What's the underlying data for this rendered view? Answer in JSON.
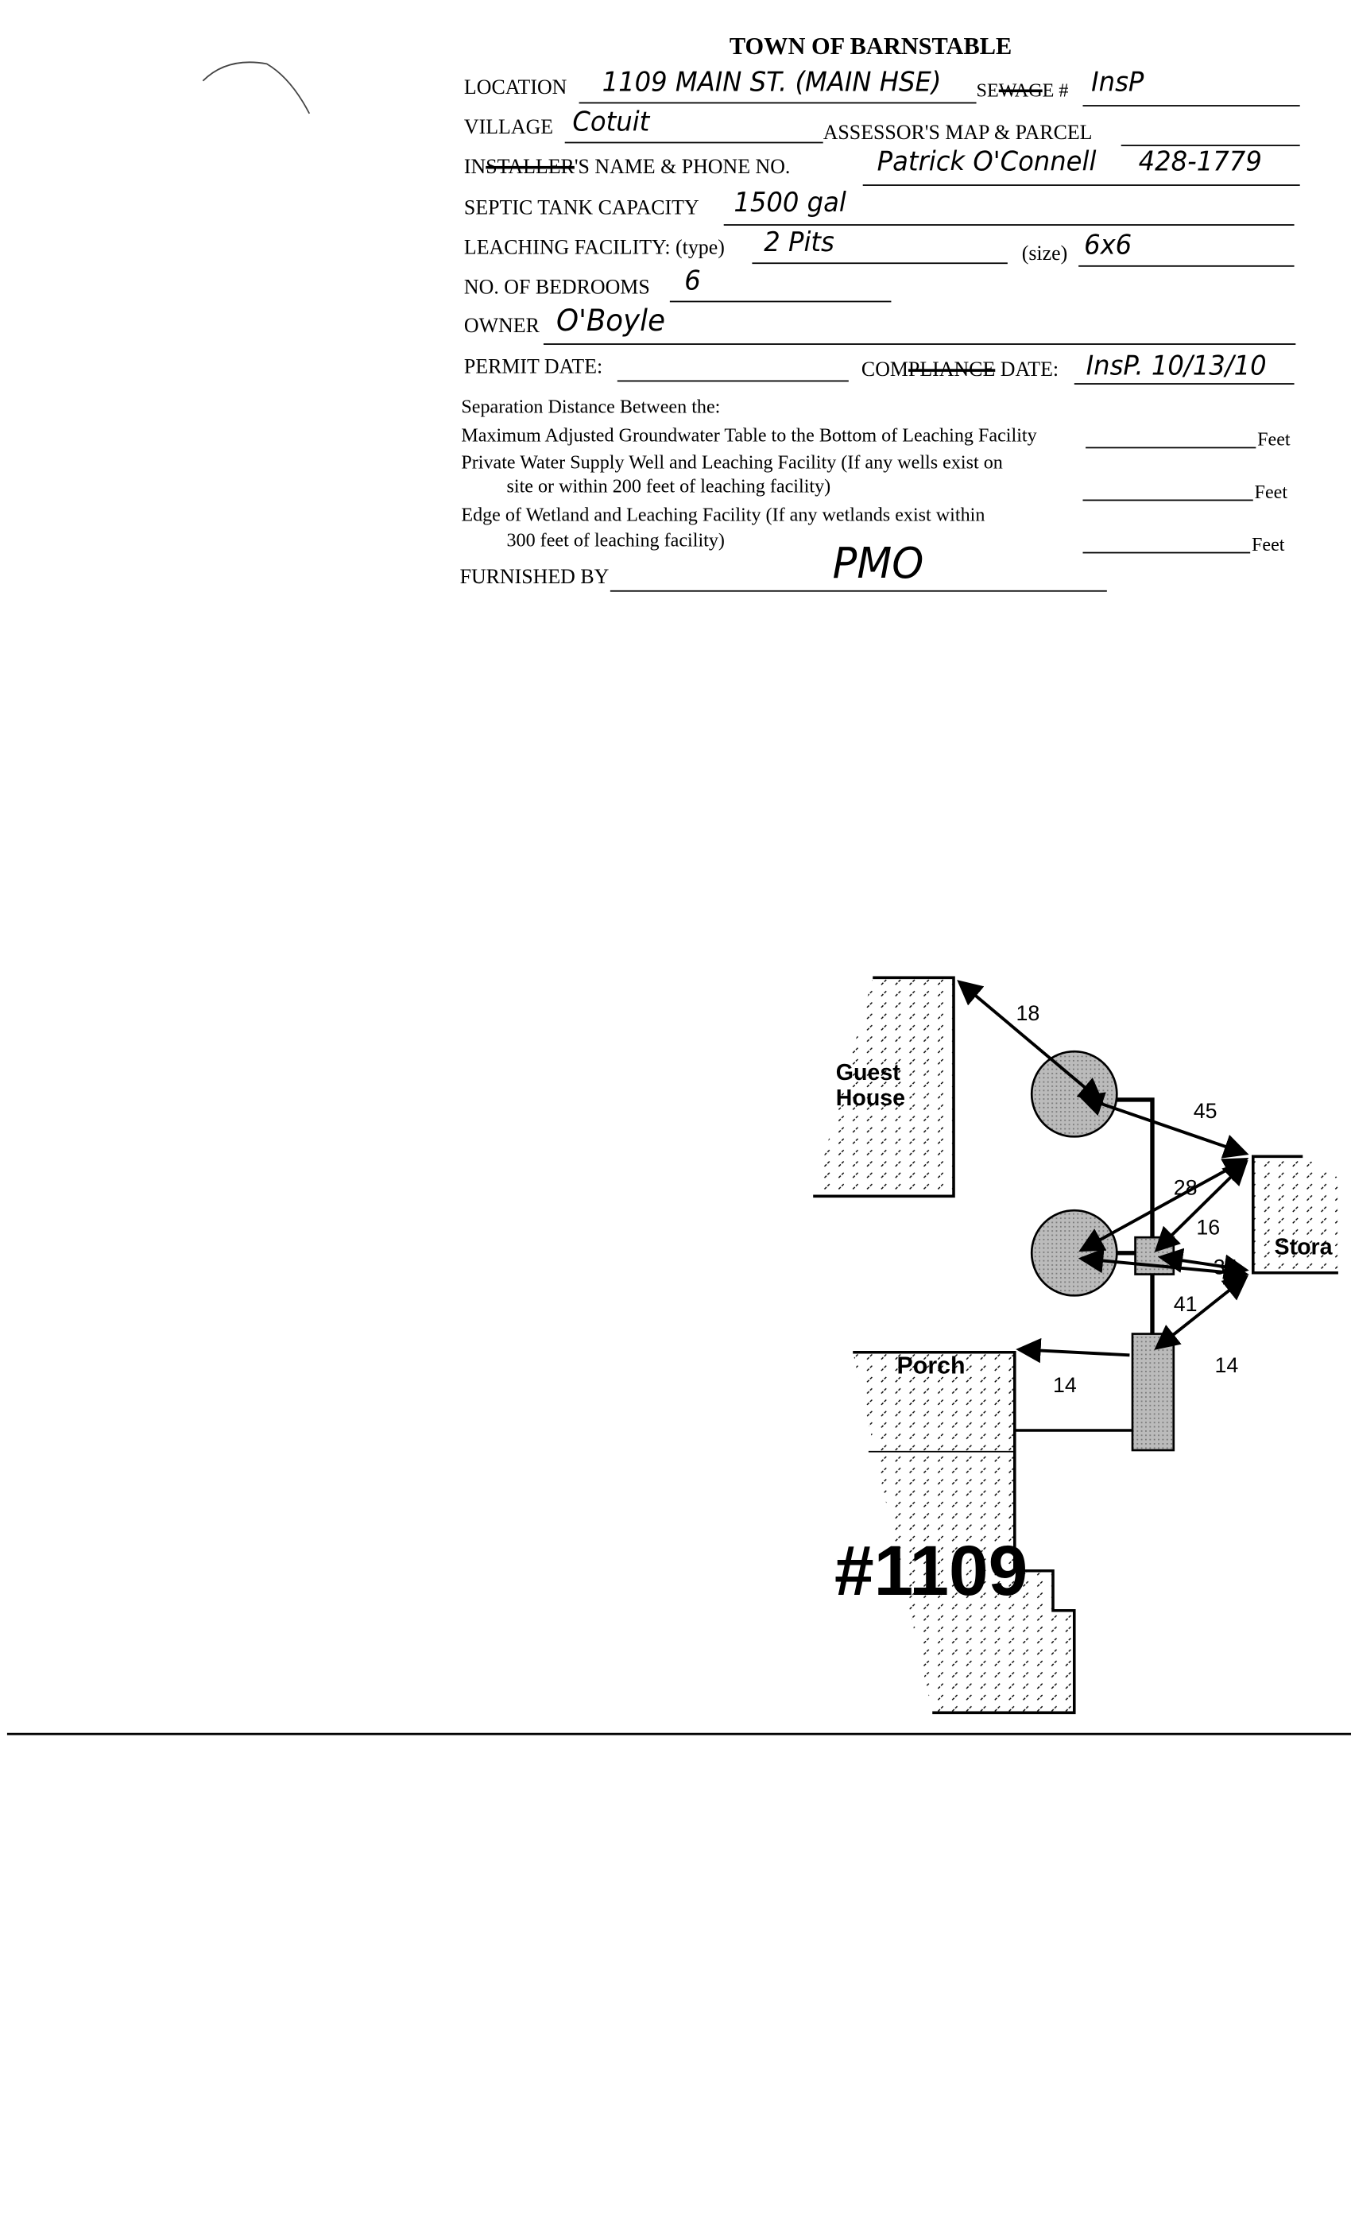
{
  "form": {
    "title": "TOWN OF BARNSTABLE",
    "location_label": "LOCATION",
    "location_value": "1109 MAIN ST. (MAIN HSE)",
    "sewage_prefix": "SE",
    "sewage_struck": "WAG",
    "sewage_suffix": "E #",
    "sewage_value": "InsP",
    "village_label": "VILLAGE",
    "village_value": "Cotuit",
    "assessor_label": "ASSESSOR'S MAP & PARCEL",
    "installer_prefix": "IN",
    "installer_struck": "STALLER",
    "installer_suffix": "'S NAME & PHONE NO.",
    "installer_value": "Patrick O'Connell",
    "phone_value": "428-1779",
    "septic_label": "SEPTIC TANK CAPACITY",
    "septic_value": "1500 gal",
    "leaching_label": "LEACHING FACILITY: (type)",
    "leaching_value": "2 Pits",
    "size_label": "(size)",
    "size_value": "6x6",
    "bedrooms_label": "NO. OF BEDROOMS",
    "bedrooms_value": "6",
    "owner_label": "OWNER",
    "owner_value": "O'Boyle",
    "permit_label": "PERMIT DATE:",
    "compliance_prefix": "COM",
    "compliance_struck": "PLIANCE",
    "compliance_suffix": " DATE:",
    "compliance_value": "InsP. 10/13/10",
    "separation_heading": "Separation Distance Between the:",
    "sep1": "Maximum Adjusted Groundwater Table to the Bottom of Leaching Facility",
    "sep2a": "Private Water Supply Well and Leaching Facility (If any wells exist on",
    "sep2b": "site or within 200 feet of leaching facility)",
    "sep3a": "Edge of Wetland and Leaching Facility (If any wetlands exist within",
    "sep3b": "300 feet of leaching facility)",
    "feet": "Feet",
    "furnished_label": "FURNISHED BY",
    "furnished_value": "PMO"
  },
  "diagram": {
    "guest_house_1": "Guest",
    "guest_house_2": "House",
    "storage": "Stora",
    "porch": "Porch",
    "house_number": "#1109",
    "distances": {
      "d18": "18",
      "d45": "45",
      "d28": "28",
      "d16": "16",
      "d35": "35",
      "d41": "41",
      "d14a": "14",
      "d14b": "14"
    }
  }
}
